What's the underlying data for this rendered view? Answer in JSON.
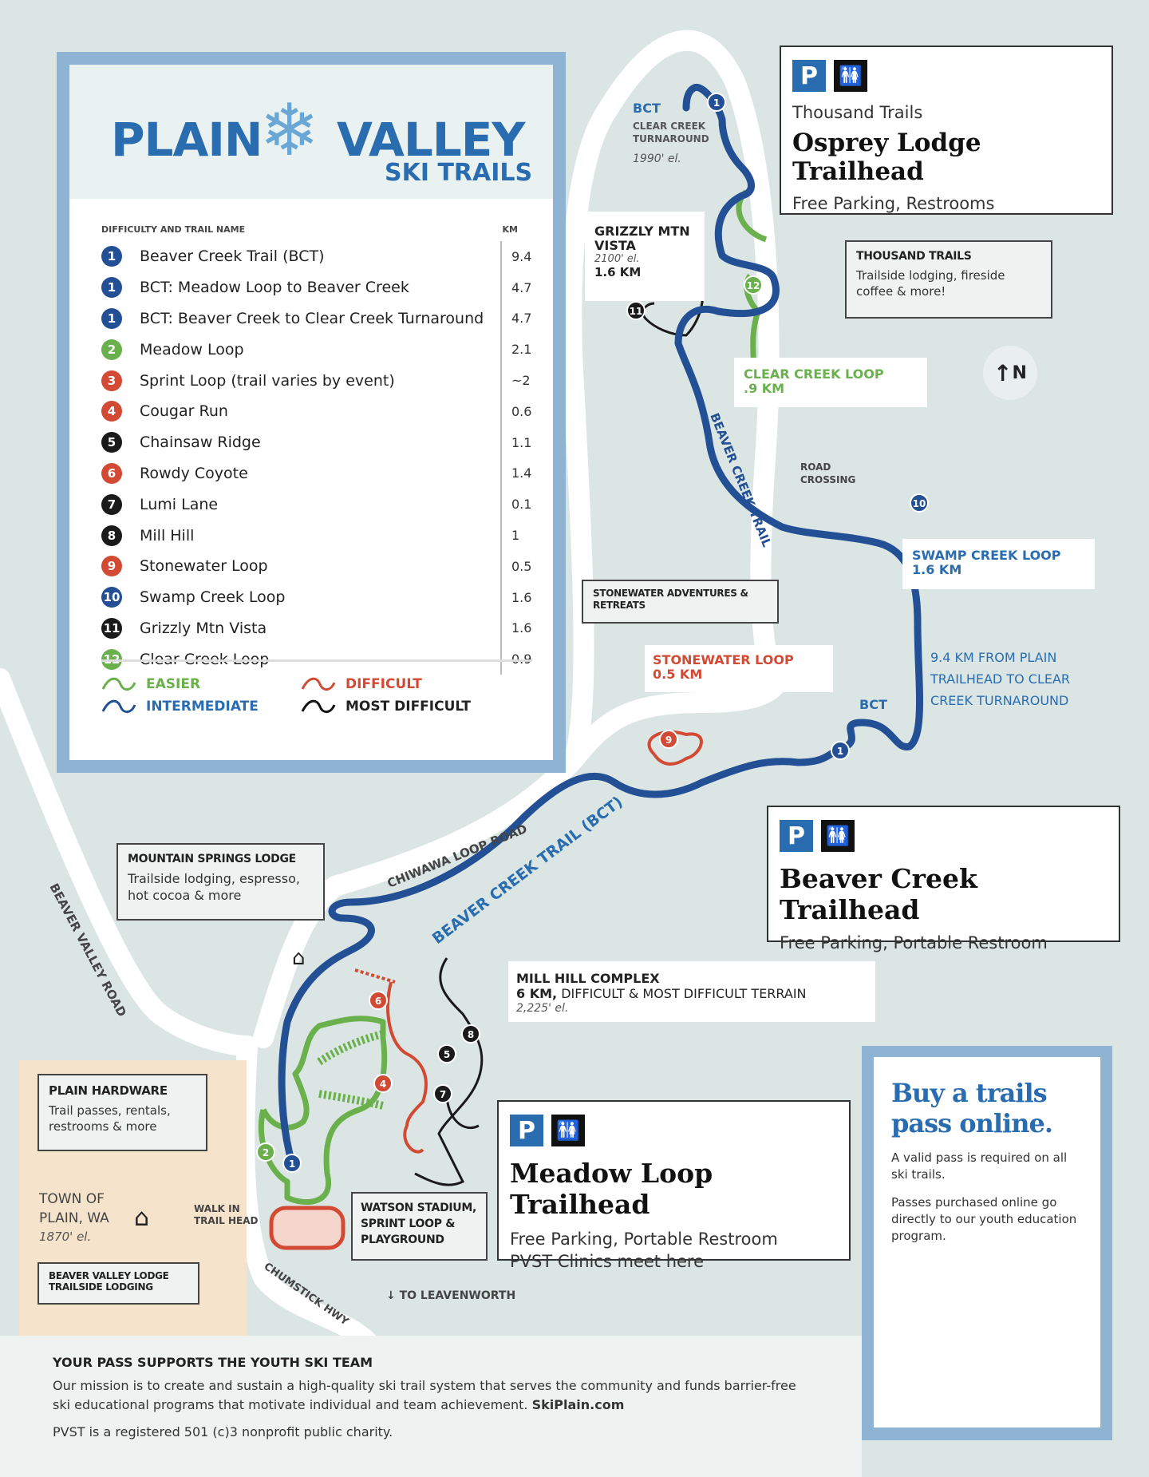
{
  "title": {
    "main_left": "PLAIN",
    "main_right": "VALLEY",
    "sub": "SKI TRAILS"
  },
  "legend": {
    "col_name": "DIFFICULTY AND TRAIL NAME",
    "col_km": "KM",
    "rows": [
      {
        "num": "1",
        "name": "Beaver Creek Trail (BCT)",
        "km": "9.4",
        "level": "intermediate"
      },
      {
        "num": "1",
        "name": "BCT: Meadow Loop to Beaver Creek",
        "km": "4.7",
        "level": "intermediate"
      },
      {
        "num": "1",
        "name": "BCT: Beaver Creek to Clear Creek Turnaround",
        "km": "4.7",
        "level": "intermediate"
      },
      {
        "num": "2",
        "name": "Meadow Loop",
        "km": "2.1",
        "level": "easier"
      },
      {
        "num": "3",
        "name": "Sprint Loop (trail varies by event)",
        "km": "~2",
        "level": "difficult"
      },
      {
        "num": "4",
        "name": "Cougar Run",
        "km": "0.6",
        "level": "difficult"
      },
      {
        "num": "5",
        "name": "Chainsaw Ridge",
        "km": "1.1",
        "level": "most_difficult"
      },
      {
        "num": "6",
        "name": "Rowdy Coyote",
        "km": "1.4",
        "level": "difficult"
      },
      {
        "num": "7",
        "name": "Lumi Lane",
        "km": "0.1",
        "level": "most_difficult"
      },
      {
        "num": "8",
        "name": "Mill Hill",
        "km": "1",
        "level": "most_difficult"
      },
      {
        "num": "9",
        "name": "Stonewater Loop",
        "km": "0.5",
        "level": "difficult"
      },
      {
        "num": "10",
        "name": "Swamp Creek Loop",
        "km": "1.6",
        "level": "intermediate"
      },
      {
        "num": "11",
        "name": "Grizzly Mtn Vista",
        "km": "1.6",
        "level": "most_difficult"
      },
      {
        "num": "12",
        "name": "Clear Creek Loop",
        "km": "0.9",
        "level": "easier"
      }
    ],
    "keys": {
      "easier": "EASIER",
      "difficult": "DIFFICULT",
      "intermediate": "INTERMEDIATE",
      "most_difficult": "MOST DIFFICULT"
    }
  },
  "colors": {
    "easier": "#6ab04c",
    "intermediate": "#234f94",
    "difficult": "#d24a33",
    "most_difficult": "#1a1a1a",
    "brand": "#2a6cb0",
    "map_bg": "#dbe6e4",
    "frame": "#8fb4d3"
  },
  "trailheads": {
    "osprey": {
      "sub": "Thousand Trails",
      "name": "Osprey Lodge Trailhead",
      "amenities": "Free Parking, Restrooms"
    },
    "beaver": {
      "name": "Beaver Creek Trailhead",
      "amenities": "Free Parking, Portable Restroom"
    },
    "meadow": {
      "name": "Meadow Loop Trailhead",
      "amenities": "Free Parking, Portable Restroom",
      "note": "PVST Clinics meet here"
    },
    "parking_icon": "P"
  },
  "places": {
    "thousand_trails": {
      "title": "THOUSAND TRAILS",
      "desc": "Trailside lodging, fireside coffee & more!"
    },
    "stonewater_adv": {
      "title": "STONEWATER ADVENTURES & RETREATS"
    },
    "mountain_springs": {
      "title": "MOUNTAIN SPRINGS LODGE",
      "desc": "Trailside lodging, espresso, hot cocoa & more"
    },
    "plain_hardware": {
      "title": "PLAIN HARDWARE",
      "desc": "Trail passes, rentals, restrooms & more"
    },
    "beaver_valley_lodge": {
      "title": "BEAVER VALLEY LODGE",
      "desc": "TRAILSIDE LODGING"
    },
    "watson": {
      "title": "WATSON STADIUM, SPRINT LOOP & PLAYGROUND"
    },
    "mill_hill": {
      "title": "MILL HILL COMPLEX",
      "km": "6 KM,",
      "desc": "DIFFICULT &  MOST DIFFICULT TERRAIN",
      "elev": "2,225' el."
    }
  },
  "map_labels": {
    "bct_top": "BCT",
    "clear_creek_turnaround": "CLEAR CREEK TURNAROUND",
    "turnaround_elev": "1990' el.",
    "grizzly": "GRIZZLY MTN VISTA",
    "grizzly_elev": "2100' el.",
    "grizzly_km": "1.6 KM",
    "clear_creek_loop": "CLEAR CREEK LOOP",
    "clear_creek_km": ".9 KM",
    "north": "N",
    "road_crossing": "ROAD CROSSING",
    "bct_vertical": "BEAVER CREEK TRAIL",
    "swamp_creek": "SWAMP CREEK LOOP",
    "swamp_creek_km": "1.6 KM",
    "distance_note": "9.4 KM FROM PLAIN TRAILHEAD TO CLEAR CREEK TURNAROUND",
    "bct_mid": "BCT",
    "stonewater_loop": "STONEWATER LOOP",
    "stonewater_km": "0.5 KM",
    "bct_diag": "BEAVER CREEK TRAIL (BCT)",
    "chiwawa": "CHIWAWA LOOP ROAD",
    "beaver_valley_road": "BEAVER VALLEY ROAD",
    "chumstick": "CHUMSTICK HWY",
    "leavenworth": "TO LEAVENWORTH",
    "walk_in": "WALK IN TRAIL HEAD",
    "town": "TOWN OF PLAIN, WA",
    "town_elev": "1870' el."
  },
  "markers": [
    {
      "n": "1",
      "level": "intermediate"
    },
    {
      "n": "1",
      "level": "intermediate"
    },
    {
      "n": "1",
      "level": "intermediate"
    },
    {
      "n": "2",
      "level": "easier"
    },
    {
      "n": "4",
      "level": "difficult"
    },
    {
      "n": "5",
      "level": "most_difficult"
    },
    {
      "n": "6",
      "level": "difficult"
    },
    {
      "n": "7",
      "level": "most_difficult"
    },
    {
      "n": "8",
      "level": "most_difficult"
    },
    {
      "n": "9",
      "level": "difficult"
    },
    {
      "n": "10",
      "level": "intermediate"
    },
    {
      "n": "11",
      "level": "most_difficult"
    },
    {
      "n": "12",
      "level": "easier"
    }
  ],
  "footer": {
    "heading": "YOUR PASS SUPPORTS THE YOUTH SKI TEAM",
    "mission": "Our mission is to create and sustain a high-quality ski trail system that serves the community and funds barrier-free ski educational programs that motivate individual and team achievement.",
    "link": "SkiPlain.com",
    "charity": "PVST is a registered 501 (c)3 nonprofit public charity."
  },
  "pass": {
    "heading": "Buy a trails pass online.",
    "required": "A valid pass is required on all ski trails.",
    "youth": "Passes purchased online go directly to our youth education program."
  }
}
